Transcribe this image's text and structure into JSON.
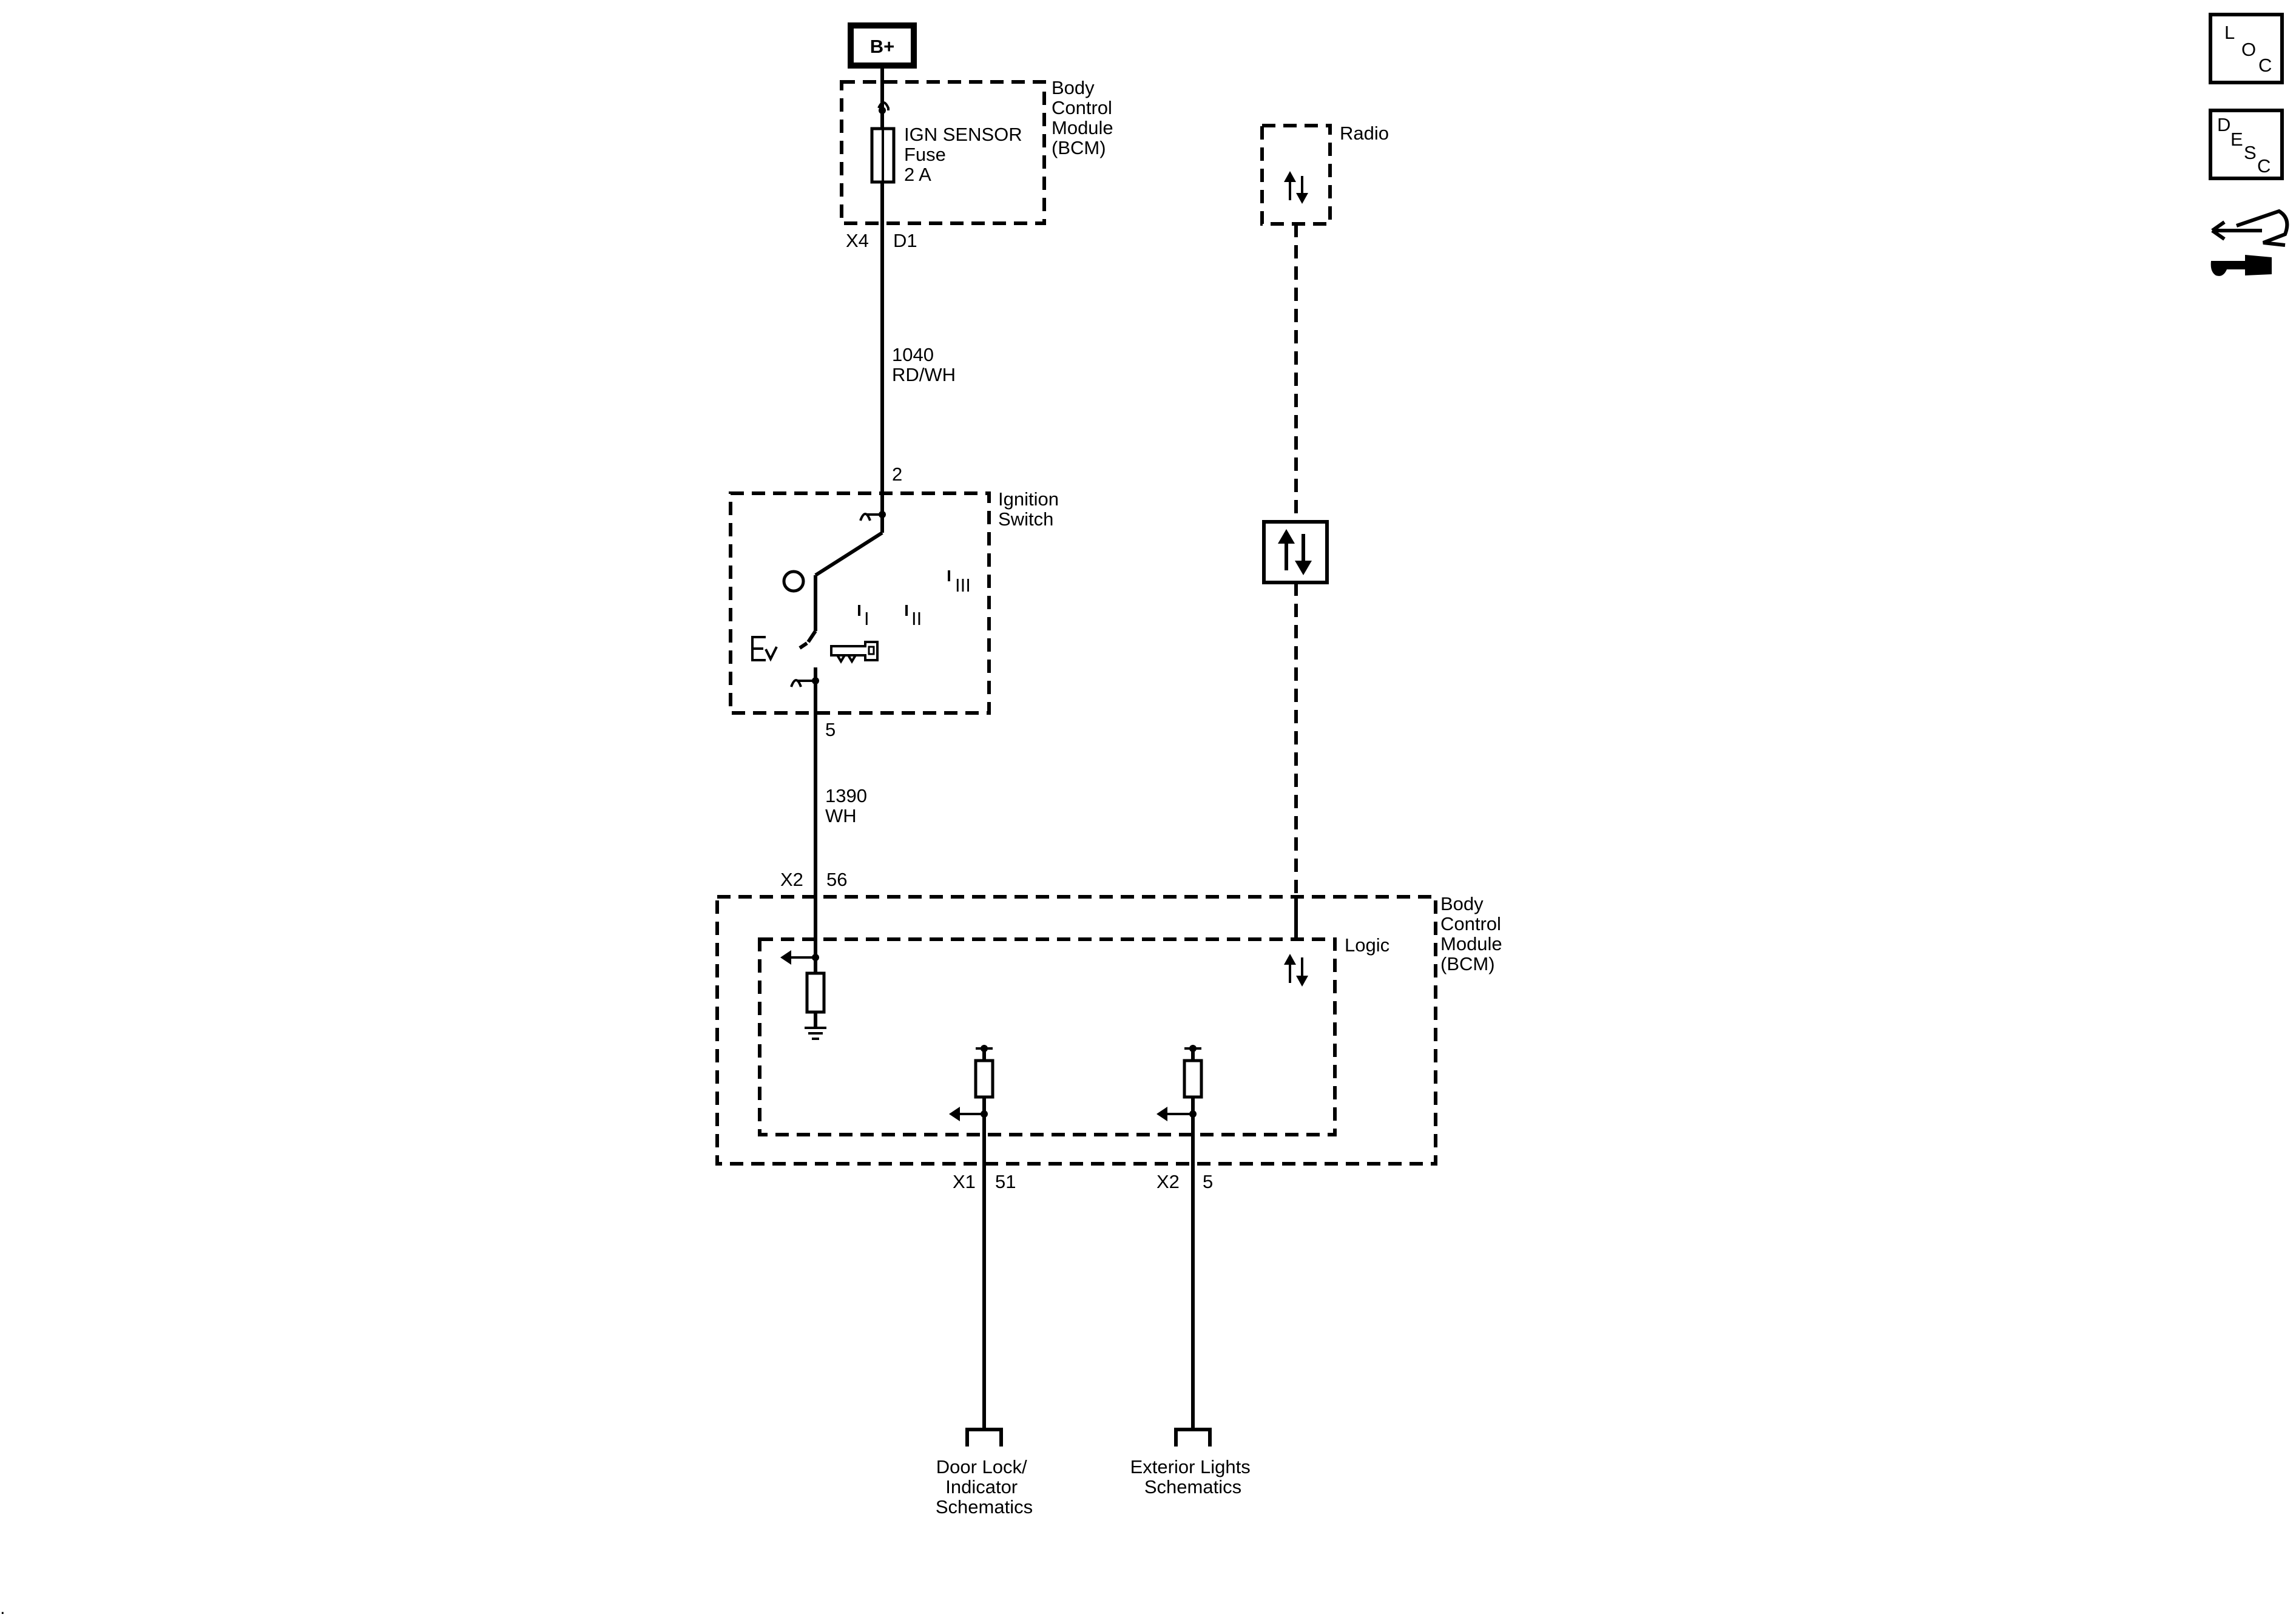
{
  "power_source": {
    "label": "B+"
  },
  "bcm_top": {
    "title_lines": [
      "Body",
      "Control",
      "Module",
      "(BCM)"
    ],
    "fuse_lines": [
      "IGN SENSOR",
      "Fuse",
      "2 A"
    ],
    "connector": "X4",
    "pin": "D1"
  },
  "wire_1040": {
    "circuit": "1040",
    "color": "RD/WH"
  },
  "ignition_switch": {
    "title_lines": [
      "Ignition",
      "Switch"
    ],
    "pin_in": "2",
    "pin_out": "5",
    "positions": [
      "I",
      "II",
      "III"
    ]
  },
  "wire_1390": {
    "circuit": "1390",
    "color": "WH"
  },
  "radio": {
    "label": "Radio"
  },
  "bcm_bottom": {
    "title_lines": [
      "Body",
      "Control",
      "Module",
      "(BCM)"
    ],
    "logic_label": "Logic",
    "input_connector": "X2",
    "input_pin": "56",
    "outputs": [
      {
        "connector": "X1",
        "pin": "51",
        "destination_lines": [
          "Door Lock/",
          "Indicator",
          "Schematics"
        ]
      },
      {
        "connector": "X2",
        "pin": "5",
        "destination_lines": [
          "Exterior Lights",
          "Schematics"
        ]
      }
    ]
  },
  "side_icons": {
    "loc": {
      "letters": [
        "L",
        "O",
        "C"
      ],
      "icon": "location-icon"
    },
    "desc": {
      "letters": [
        "D",
        "E",
        "S",
        "C"
      ],
      "icon": "description-icon"
    },
    "diag": {
      "icon": "diagnostic-tools-icon"
    }
  }
}
